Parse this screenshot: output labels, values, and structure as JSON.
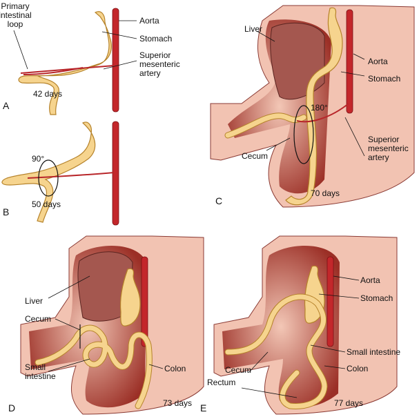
{
  "panel_a": {
    "letter": "A",
    "primary_loop": [
      "Primary",
      "intestinal",
      "loop"
    ],
    "aorta": "Aorta",
    "stomach": "Stomach",
    "sma": [
      "Superior",
      "mesenteric",
      "artery"
    ],
    "age": "42 days"
  },
  "panel_b": {
    "letter": "B",
    "rotation": "90°",
    "age": "50 days"
  },
  "panel_c": {
    "letter": "C",
    "liver": "Liver",
    "aorta": "Aorta",
    "stomach": "Stomach",
    "rotation": "180°",
    "sma": [
      "Superior",
      "mesenteric",
      "artery"
    ],
    "cecum": "Cecum",
    "age": "70 days"
  },
  "panel_d": {
    "letter": "D",
    "liver": "Liver",
    "cecum": "Cecum",
    "small_intestine": [
      "Small",
      "intestine"
    ],
    "colon": "Colon",
    "age": "73 days"
  },
  "panel_e": {
    "letter": "E",
    "aorta": "Aorta",
    "stomach": "Stomach",
    "small_intestine": "Small intestine",
    "cecum": "Cecum",
    "colon": "Colon",
    "rectum": "Rectum",
    "age": "77 days"
  },
  "colors": {
    "intestine": "#f6d48e",
    "artery": "#c3272b",
    "body": "#f2c3b2",
    "liver": "#a4574f"
  }
}
